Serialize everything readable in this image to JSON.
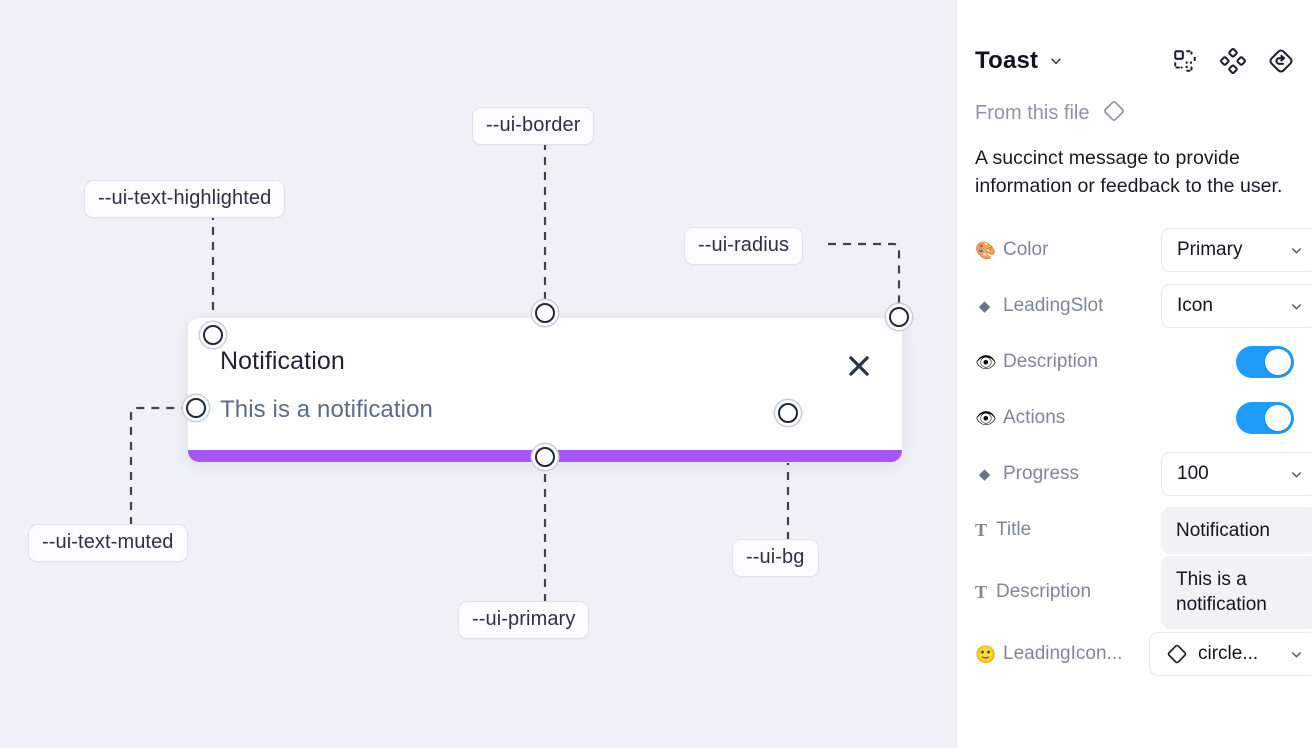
{
  "canvas": {
    "background_color": "#eef1f6",
    "tokens": [
      {
        "id": "ui-text-highlighted",
        "label": "--ui-text-highlighted"
      },
      {
        "id": "ui-border",
        "label": "--ui-border"
      },
      {
        "id": "ui-radius",
        "label": "--ui-radius"
      },
      {
        "id": "ui-text-muted",
        "label": "--ui-text-muted"
      },
      {
        "id": "ui-primary",
        "label": "--ui-primary"
      },
      {
        "id": "ui-bg",
        "label": "--ui-bg"
      }
    ],
    "toast": {
      "title": "Notification",
      "description": "This is a notification",
      "close_icon": "close-icon",
      "progress_color": "#a855f7",
      "background_color": "#ffffff"
    }
  },
  "panel": {
    "title": "Toast",
    "title_caret": "chevron-down-icon",
    "header_icons": [
      {
        "name": "variants-grid-icon"
      },
      {
        "name": "component-diamonds-icon"
      },
      {
        "name": "reset-overrides-icon"
      }
    ],
    "from_file_label": "From this file",
    "from_file_icon": "diamond-icon",
    "description": "A succinct message to provide information or feedback to the user.",
    "properties": [
      {
        "icon": "palette-emoji",
        "emoji": "🎨",
        "label": "Color",
        "control": "select",
        "value": "Primary"
      },
      {
        "icon": "diamond-icon",
        "emoji": "◆",
        "label": "LeadingSlot",
        "control": "select",
        "value": "Icon"
      },
      {
        "icon": "eye-emoji",
        "emoji": "👁",
        "label": "Description",
        "control": "toggle",
        "value": "on"
      },
      {
        "icon": "eye-emoji",
        "emoji": "👁",
        "label": "Actions",
        "control": "toggle",
        "value": "on"
      },
      {
        "icon": "diamond-icon",
        "emoji": "◆",
        "label": "Progress",
        "control": "select",
        "value": "100"
      },
      {
        "icon": "text-type-icon",
        "emoji": "T",
        "label": "Title",
        "control": "field",
        "value": "Notification"
      },
      {
        "icon": "text-type-icon",
        "emoji": "T",
        "label": "Description",
        "control": "field",
        "value": "This is a notification"
      },
      {
        "icon": "smiley-emoji",
        "emoji": "🙂",
        "label": "LeadingIcon...",
        "control": "icon-select",
        "value": "circle..."
      }
    ],
    "toggle_on_color": "#1f9cfb"
  }
}
